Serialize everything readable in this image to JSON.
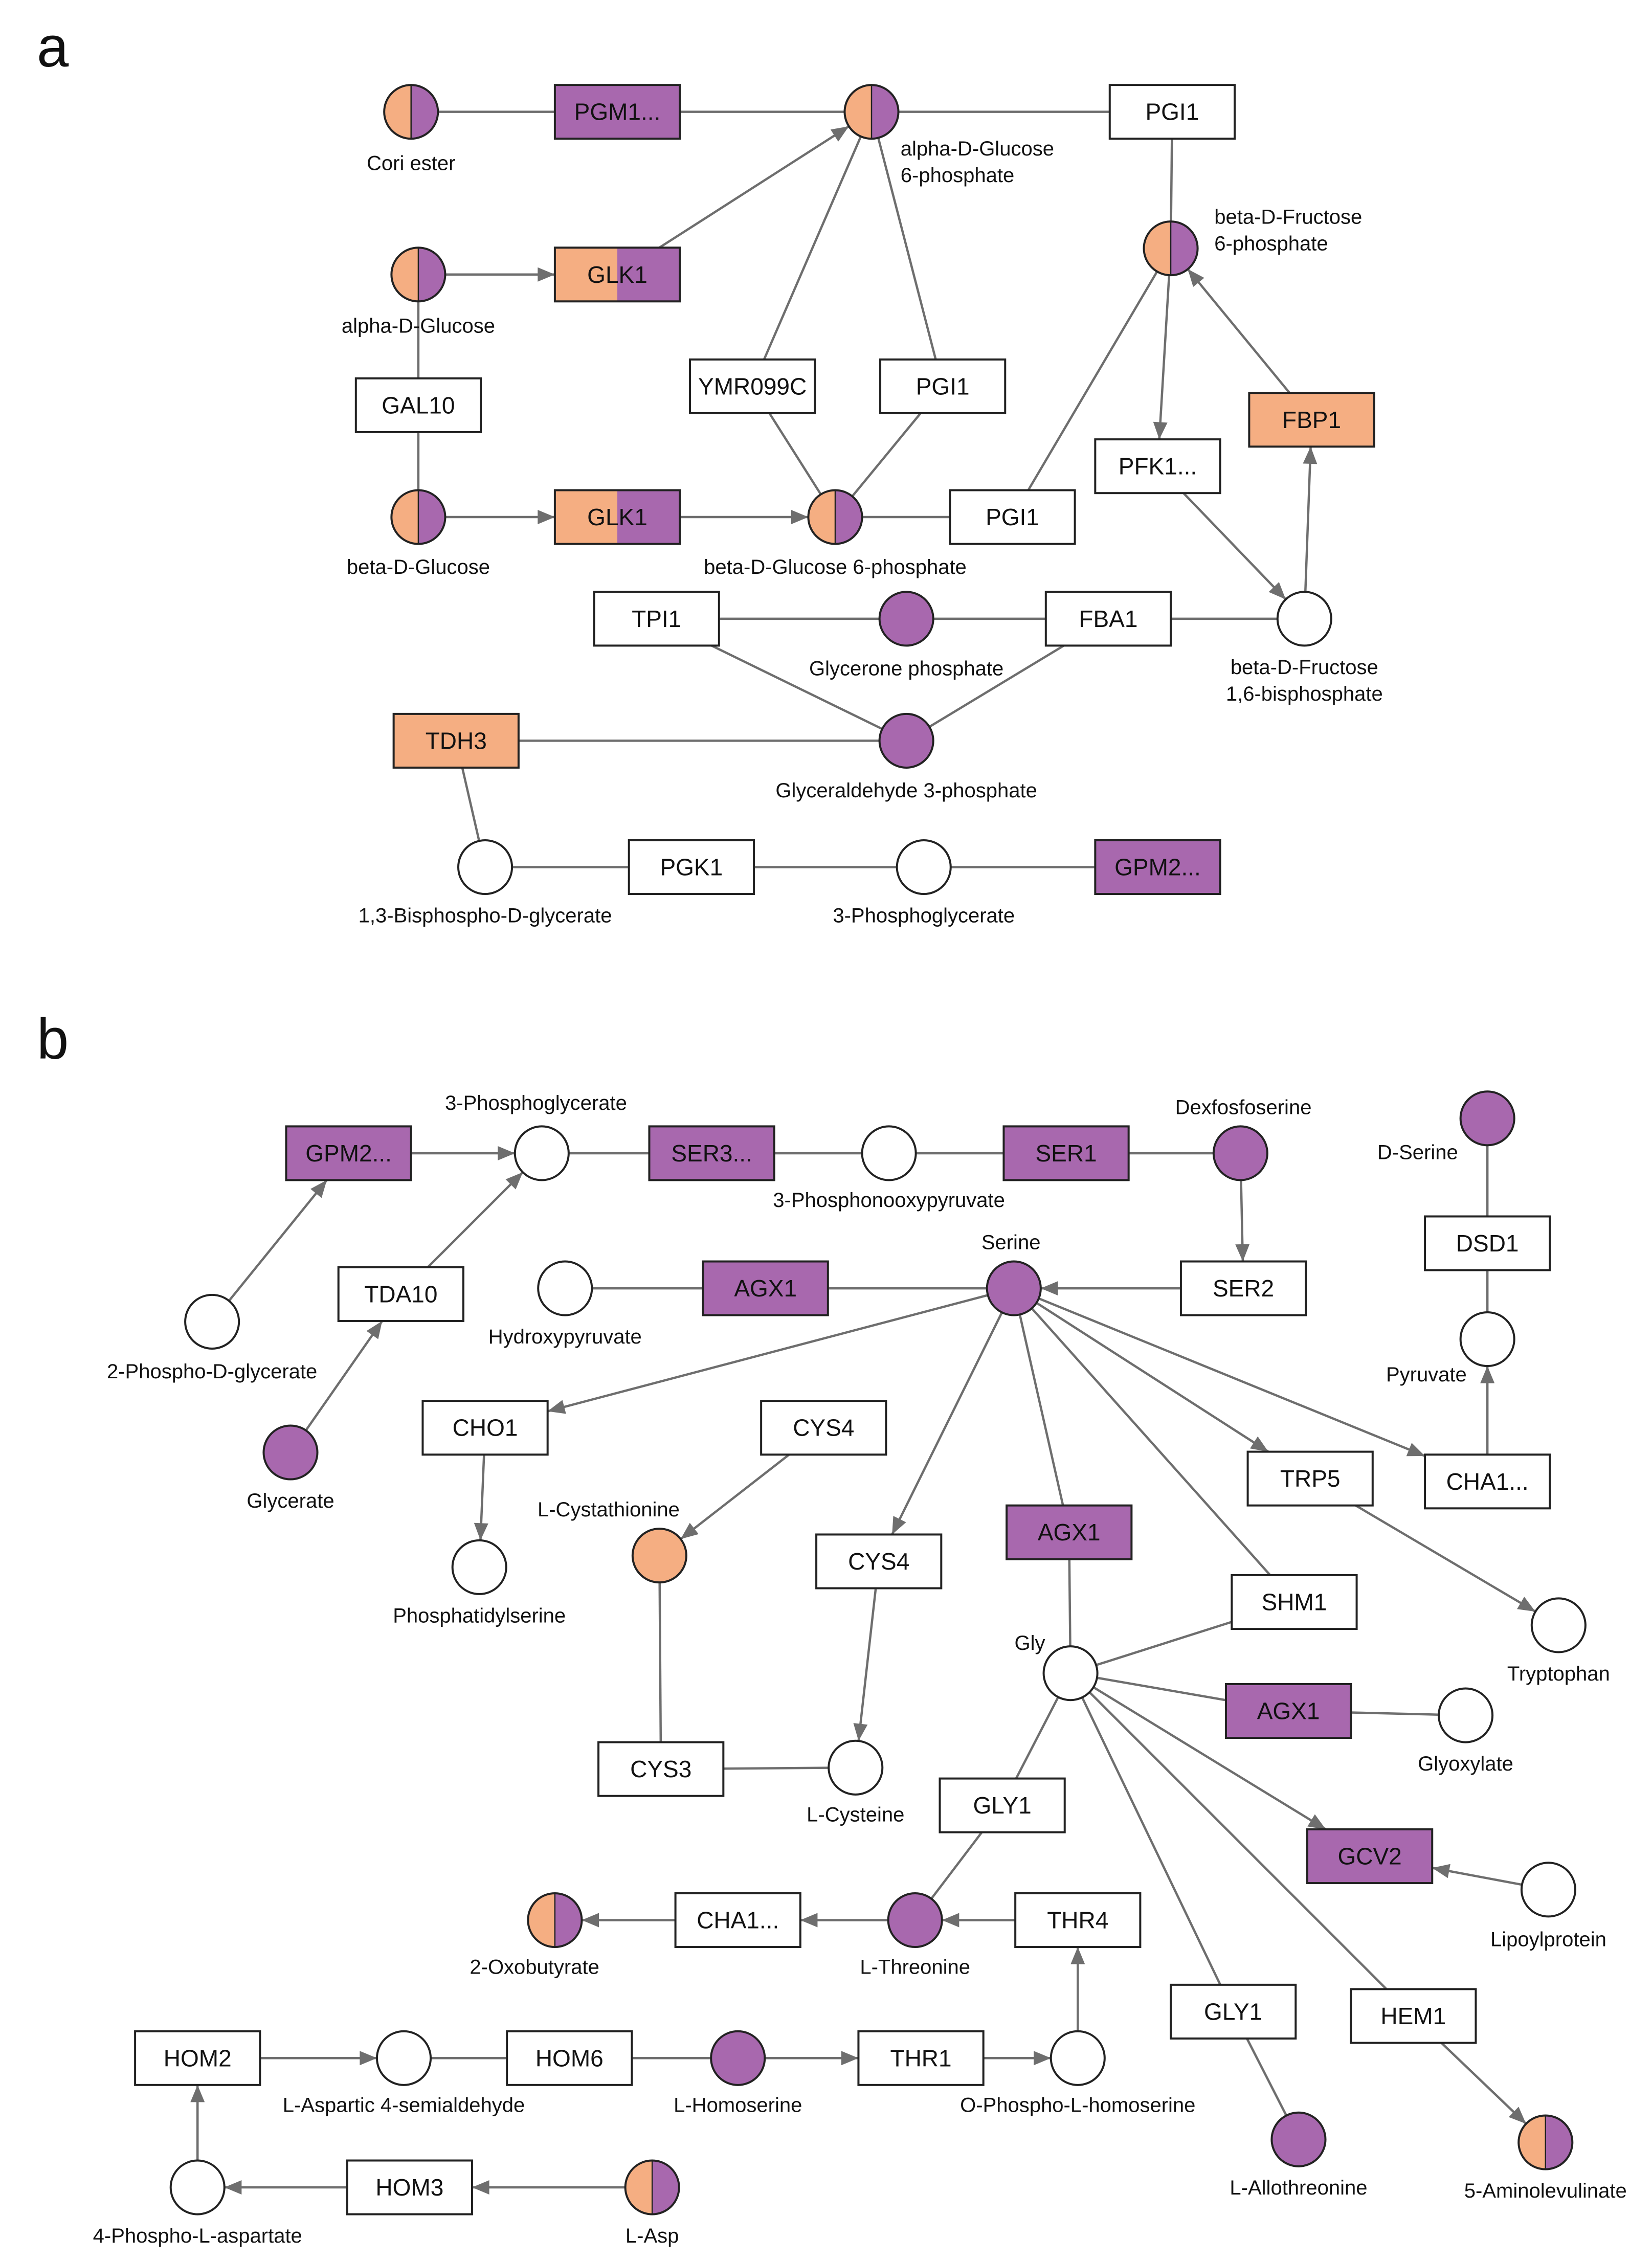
{
  "colors": {
    "orange": "#F5AE82",
    "purple": "#A868AE",
    "white": "#FFFFFF",
    "edge": "#6E6E6E"
  },
  "panels": [
    {
      "letter": "a",
      "genes": [
        {
          "id": "a_pgm1",
          "label": "PGM1...",
          "fill": "purple"
        },
        {
          "id": "a_pgi1_top",
          "label": "PGI1",
          "fill": "white"
        },
        {
          "id": "a_glk1_top",
          "label": "GLK1",
          "fill": "split"
        },
        {
          "id": "a_gal10",
          "label": "GAL10",
          "fill": "white"
        },
        {
          "id": "a_ymr099c",
          "label": "YMR099C",
          "fill": "white"
        },
        {
          "id": "a_pgi1_mid",
          "label": "PGI1",
          "fill": "white"
        },
        {
          "id": "a_fbp1",
          "label": "FBP1",
          "fill": "orange"
        },
        {
          "id": "a_pfk1",
          "label": "PFK1...",
          "fill": "white"
        },
        {
          "id": "a_glk1_bot",
          "label": "GLK1",
          "fill": "split"
        },
        {
          "id": "a_pgi1_bot",
          "label": "PGI1",
          "fill": "white"
        },
        {
          "id": "a_tpi1",
          "label": "TPI1",
          "fill": "white"
        },
        {
          "id": "a_fba1",
          "label": "FBA1",
          "fill": "white"
        },
        {
          "id": "a_tdh3",
          "label": "TDH3",
          "fill": "orange"
        },
        {
          "id": "a_pgk1",
          "label": "PGK1",
          "fill": "white"
        },
        {
          "id": "a_gpm2",
          "label": "GPM2...",
          "fill": "purple"
        }
      ],
      "metabolites": [
        {
          "id": "a_cori",
          "label": "Cori ester",
          "fill": "split"
        },
        {
          "id": "a_ag6p",
          "label": "alpha-D-Glucose 6-phosphate",
          "lines": [
            "alpha-D-Glucose",
            "6-phosphate"
          ],
          "fill": "split"
        },
        {
          "id": "a_bf6p",
          "label": "beta-D-Fructose 6-phosphate",
          "lines": [
            "beta-D-Fructose",
            "6-phosphate"
          ],
          "fill": "split"
        },
        {
          "id": "a_aglc",
          "label": "alpha-D-Glucose",
          "fill": "split"
        },
        {
          "id": "a_bglc",
          "label": "beta-D-Glucose",
          "fill": "split"
        },
        {
          "id": "a_bg6p",
          "label": "beta-D-Glucose 6-phosphate",
          "fill": "split"
        },
        {
          "id": "a_dhap",
          "label": "Glycerone phosphate",
          "fill": "purple"
        },
        {
          "id": "a_fbp",
          "label": "beta-D-Fructose 1,6-bisphosphate",
          "lines": [
            "beta-D-Fructose",
            "1,6-bisphosphate"
          ],
          "fill": "white"
        },
        {
          "id": "a_g3p",
          "label": "Glyceraldehyde 3-phosphate",
          "fill": "purple"
        },
        {
          "id": "a_bpg",
          "label": "1,3-Bisphospho-D-glycerate",
          "fill": "white"
        },
        {
          "id": "a_3pg",
          "label": "3-Phosphoglycerate",
          "fill": "white"
        }
      ],
      "edges": [
        [
          "a_cori",
          "a_pgm1",
          "none"
        ],
        [
          "a_pgm1",
          "a_ag6p",
          "none"
        ],
        [
          "a_ag6p",
          "a_pgi1_top",
          "none"
        ],
        [
          "a_pgi1_top",
          "a_bf6p",
          "none"
        ],
        [
          "a_aglc",
          "a_glk1_top",
          "arrow"
        ],
        [
          "a_glk1_top",
          "a_ag6p",
          "arrow"
        ],
        [
          "a_aglc",
          "a_gal10",
          "none"
        ],
        [
          "a_gal10",
          "a_bglc",
          "none"
        ],
        [
          "a_ag6p",
          "a_ymr099c",
          "none"
        ],
        [
          "a_ag6p",
          "a_pgi1_mid",
          "none"
        ],
        [
          "a_ymr099c",
          "a_bg6p",
          "none"
        ],
        [
          "a_pgi1_mid",
          "a_bg6p",
          "none"
        ],
        [
          "a_bglc",
          "a_glk1_bot",
          "arrow"
        ],
        [
          "a_glk1_bot",
          "a_bg6p",
          "arrow"
        ],
        [
          "a_bg6p",
          "a_pgi1_bot",
          "none"
        ],
        [
          "a_pgi1_bot",
          "a_bf6p",
          "none"
        ],
        [
          "a_bf6p",
          "a_pfk1",
          "arrow"
        ],
        [
          "a_pfk1",
          "a_fbp",
          "arrow"
        ],
        [
          "a_fbp",
          "a_fbp1",
          "arrow"
        ],
        [
          "a_fbp1",
          "a_bf6p",
          "arrow"
        ],
        [
          "a_tpi1",
          "a_dhap",
          "none"
        ],
        [
          "a_dhap",
          "a_fba1",
          "none"
        ],
        [
          "a_fba1",
          "a_fbp",
          "none"
        ],
        [
          "a_tpi1",
          "a_g3p",
          "none"
        ],
        [
          "a_fba1",
          "a_g3p",
          "none"
        ],
        [
          "a_tdh3",
          "a_g3p",
          "none"
        ],
        [
          "a_tdh3",
          "a_bpg",
          "none"
        ],
        [
          "a_bpg",
          "a_pgk1",
          "none"
        ],
        [
          "a_pgk1",
          "a_3pg",
          "none"
        ],
        [
          "a_3pg",
          "a_gpm2",
          "none"
        ]
      ]
    },
    {
      "letter": "b",
      "genes": [
        {
          "id": "b_gpm2",
          "label": "GPM2...",
          "fill": "purple"
        },
        {
          "id": "b_ser3",
          "label": "SER3...",
          "fill": "purple"
        },
        {
          "id": "b_ser1",
          "label": "SER1",
          "fill": "purple"
        },
        {
          "id": "b_tda10",
          "label": "TDA10",
          "fill": "white"
        },
        {
          "id": "b_agx1_a",
          "label": "AGX1",
          "fill": "purple"
        },
        {
          "id": "b_ser2",
          "label": "SER2",
          "fill": "white"
        },
        {
          "id": "b_dsd1",
          "label": "DSD1",
          "fill": "white"
        },
        {
          "id": "b_cho1",
          "label": "CHO1",
          "fill": "white"
        },
        {
          "id": "b_cys4_a",
          "label": "CYS4",
          "fill": "white"
        },
        {
          "id": "b_trp5",
          "label": "TRP5",
          "fill": "white"
        },
        {
          "id": "b_cha1_a",
          "label": "CHA1...",
          "fill": "white"
        },
        {
          "id": "b_cys4_b",
          "label": "CYS4",
          "fill": "white"
        },
        {
          "id": "b_agx1_b",
          "label": "AGX1",
          "fill": "purple"
        },
        {
          "id": "b_shm1",
          "label": "SHM1",
          "fill": "white"
        },
        {
          "id": "b_agx1_c",
          "label": "AGX1",
          "fill": "purple"
        },
        {
          "id": "b_cys3",
          "label": "CYS3",
          "fill": "white"
        },
        {
          "id": "b_gly1_a",
          "label": "GLY1",
          "fill": "white"
        },
        {
          "id": "b_gcv2",
          "label": "GCV2",
          "fill": "purple"
        },
        {
          "id": "b_cha1_b",
          "label": "CHA1...",
          "fill": "white"
        },
        {
          "id": "b_thr4",
          "label": "THR4",
          "fill": "white"
        },
        {
          "id": "b_gly1_b",
          "label": "GLY1",
          "fill": "white"
        },
        {
          "id": "b_hem1",
          "label": "HEM1",
          "fill": "white"
        },
        {
          "id": "b_hom2",
          "label": "HOM2",
          "fill": "white"
        },
        {
          "id": "b_hom6",
          "label": "HOM6",
          "fill": "white"
        },
        {
          "id": "b_thr1",
          "label": "THR1",
          "fill": "white"
        },
        {
          "id": "b_hom3",
          "label": "HOM3",
          "fill": "white"
        }
      ],
      "metabolites": [
        {
          "id": "b_3pg",
          "label": "3-Phosphoglycerate",
          "fill": "white"
        },
        {
          "id": "b_3phpyr",
          "label": "3-Phosphonooxypyruvate",
          "fill": "white"
        },
        {
          "id": "b_dexfos",
          "label": "Dexfosfoserine",
          "fill": "purple"
        },
        {
          "id": "b_dser",
          "label": "D-Serine",
          "fill": "purple"
        },
        {
          "id": "b_2pdg",
          "label": "2-Phospho-D-glycerate",
          "fill": "white"
        },
        {
          "id": "b_hpyr",
          "label": "Hydroxypyruvate",
          "fill": "white"
        },
        {
          "id": "b_serine",
          "label": "Serine",
          "fill": "purple"
        },
        {
          "id": "b_pyruvate",
          "label": "Pyruvate",
          "fill": "white"
        },
        {
          "id": "b_glycerate",
          "label": "Glycerate",
          "fill": "purple"
        },
        {
          "id": "b_pserine",
          "label": "Phosphatidylserine",
          "fill": "white"
        },
        {
          "id": "b_lcysta",
          "label": "L-Cystathionine",
          "fill": "orange"
        },
        {
          "id": "b_gly",
          "label": "Gly",
          "fill": "white"
        },
        {
          "id": "b_tryptophan",
          "label": "Tryptophan",
          "fill": "white"
        },
        {
          "id": "b_lcys",
          "label": "L-Cysteine",
          "fill": "white"
        },
        {
          "id": "b_glyoxylate",
          "label": "Glyoxylate",
          "fill": "white"
        },
        {
          "id": "b_lipoyl",
          "label": "Lipoylprotein",
          "fill": "white"
        },
        {
          "id": "b_2oxo",
          "label": "2-Oxobutyrate",
          "fill": "split"
        },
        {
          "id": "b_lthr",
          "label": "L-Threonine",
          "fill": "purple"
        },
        {
          "id": "b_asa",
          "label": "L-Aspartic 4-semialdehyde",
          "fill": "white"
        },
        {
          "id": "b_lhom",
          "label": "L-Homoserine",
          "fill": "purple"
        },
        {
          "id": "b_ophom",
          "label": "O-Phospho-L-homoserine",
          "fill": "white"
        },
        {
          "id": "b_lallo",
          "label": "L-Allothreonine",
          "fill": "purple"
        },
        {
          "id": "b_5ala",
          "label": "5-Aminolevulinate",
          "fill": "split"
        },
        {
          "id": "b_4pasp",
          "label": "4-Phospho-L-aspartate",
          "fill": "white"
        },
        {
          "id": "b_lasp",
          "label": "L-Asp",
          "fill": "split"
        }
      ],
      "edges": [
        [
          "b_2pdg",
          "b_gpm2",
          "arrow"
        ],
        [
          "b_gpm2",
          "b_3pg",
          "arrow"
        ],
        [
          "b_glycerate",
          "b_tda10",
          "arrow"
        ],
        [
          "b_tda10",
          "b_3pg",
          "arrow"
        ],
        [
          "b_3pg",
          "b_ser3",
          "none"
        ],
        [
          "b_ser3",
          "b_3phpyr",
          "none"
        ],
        [
          "b_3phpyr",
          "b_ser1",
          "none"
        ],
        [
          "b_ser1",
          "b_dexfos",
          "none"
        ],
        [
          "b_dexfos",
          "b_ser2",
          "arrow"
        ],
        [
          "b_ser2",
          "b_serine",
          "arrow"
        ],
        [
          "b_hpyr",
          "b_agx1_a",
          "none"
        ],
        [
          "b_agx1_a",
          "b_serine",
          "none"
        ],
        [
          "b_dser",
          "b_dsd1",
          "none"
        ],
        [
          "b_pyruvate",
          "b_dsd1",
          "none"
        ],
        [
          "b_cha1_a",
          "b_pyruvate",
          "arrow"
        ],
        [
          "b_serine",
          "b_cha1_a",
          "arrow"
        ],
        [
          "b_serine",
          "b_trp5",
          "arrow"
        ],
        [
          "b_serine",
          "b_cho1",
          "arrow"
        ],
        [
          "b_serine",
          "b_cys4_b",
          "arrow"
        ],
        [
          "b_serine",
          "b_agx1_b",
          "none"
        ],
        [
          "b_serine",
          "b_shm1",
          "none"
        ],
        [
          "b_cho1",
          "b_pserine",
          "arrow"
        ],
        [
          "b_cys4_a",
          "b_lcysta",
          "arrow"
        ],
        [
          "b_cys4_b",
          "b_lcys",
          "arrow"
        ],
        [
          "b_trp5",
          "b_tryptophan",
          "arrow"
        ],
        [
          "b_agx1_b",
          "b_gly",
          "none"
        ],
        [
          "b_shm1",
          "b_gly",
          "none"
        ],
        [
          "b_lcysta",
          "b_cys3",
          "none"
        ],
        [
          "b_cys3",
          "b_lcys",
          "none"
        ],
        [
          "b_gly",
          "b_agx1_c",
          "none"
        ],
        [
          "b_agx1_c",
          "b_glyoxylate",
          "none"
        ],
        [
          "b_gly",
          "b_gly1_a",
          "none"
        ],
        [
          "b_gly1_a",
          "b_lthr",
          "none"
        ],
        [
          "b_gly",
          "b_gcv2",
          "arrow"
        ],
        [
          "b_lipoyl",
          "b_gcv2",
          "arrow"
        ],
        [
          "b_gly",
          "b_gly1_b",
          "none"
        ],
        [
          "b_gly1_b",
          "b_lallo",
          "none"
        ],
        [
          "b_gly",
          "b_hem1",
          "none"
        ],
        [
          "b_hem1",
          "b_5ala",
          "arrow"
        ],
        [
          "b_lthr",
          "b_cha1_b",
          "arrow"
        ],
        [
          "b_cha1_b",
          "b_2oxo",
          "arrow"
        ],
        [
          "b_thr4",
          "b_lthr",
          "arrow"
        ],
        [
          "b_ophom",
          "b_thr4",
          "arrow"
        ],
        [
          "b_hom2",
          "b_asa",
          "arrow"
        ],
        [
          "b_asa",
          "b_hom6",
          "none"
        ],
        [
          "b_hom6",
          "b_lhom",
          "none"
        ],
        [
          "b_lhom",
          "b_thr1",
          "arrow"
        ],
        [
          "b_thr1",
          "b_ophom",
          "arrow"
        ],
        [
          "b_lasp",
          "b_hom3",
          "arrow"
        ],
        [
          "b_hom3",
          "b_4pasp",
          "arrow"
        ],
        [
          "b_4pasp",
          "b_hom2",
          "arrow"
        ]
      ]
    }
  ]
}
